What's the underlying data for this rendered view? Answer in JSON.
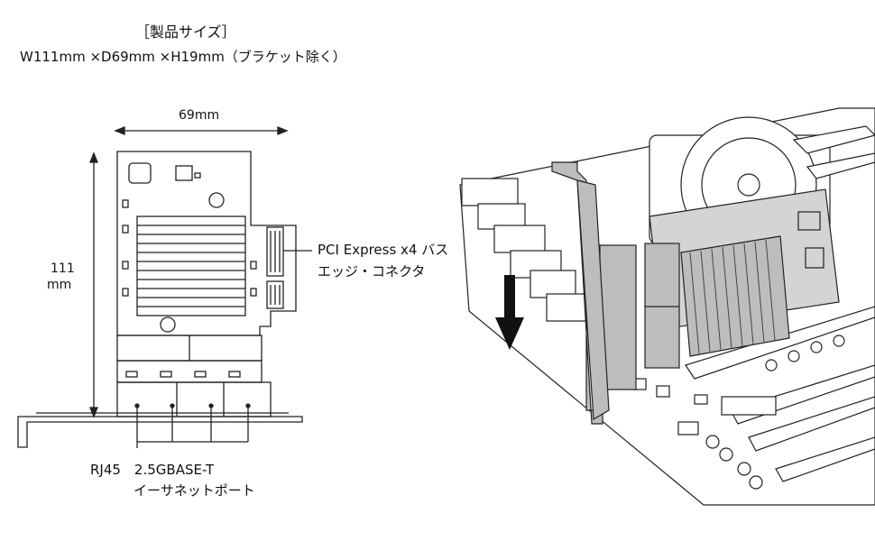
{
  "header": {
    "title": "［製品サイズ］",
    "dimensions": "W111mm ×D69mm ×H19mm（ブラケット除く）"
  },
  "diagram": {
    "width_label": "69mm",
    "height_value": "111",
    "height_unit": "mm",
    "connector_line1": "PCI Express x4 バス",
    "connector_line2": "エッジ・コネクタ",
    "port_line1": "RJ45　2.5GBASE-T",
    "port_line2": "イーサネットポート"
  }
}
